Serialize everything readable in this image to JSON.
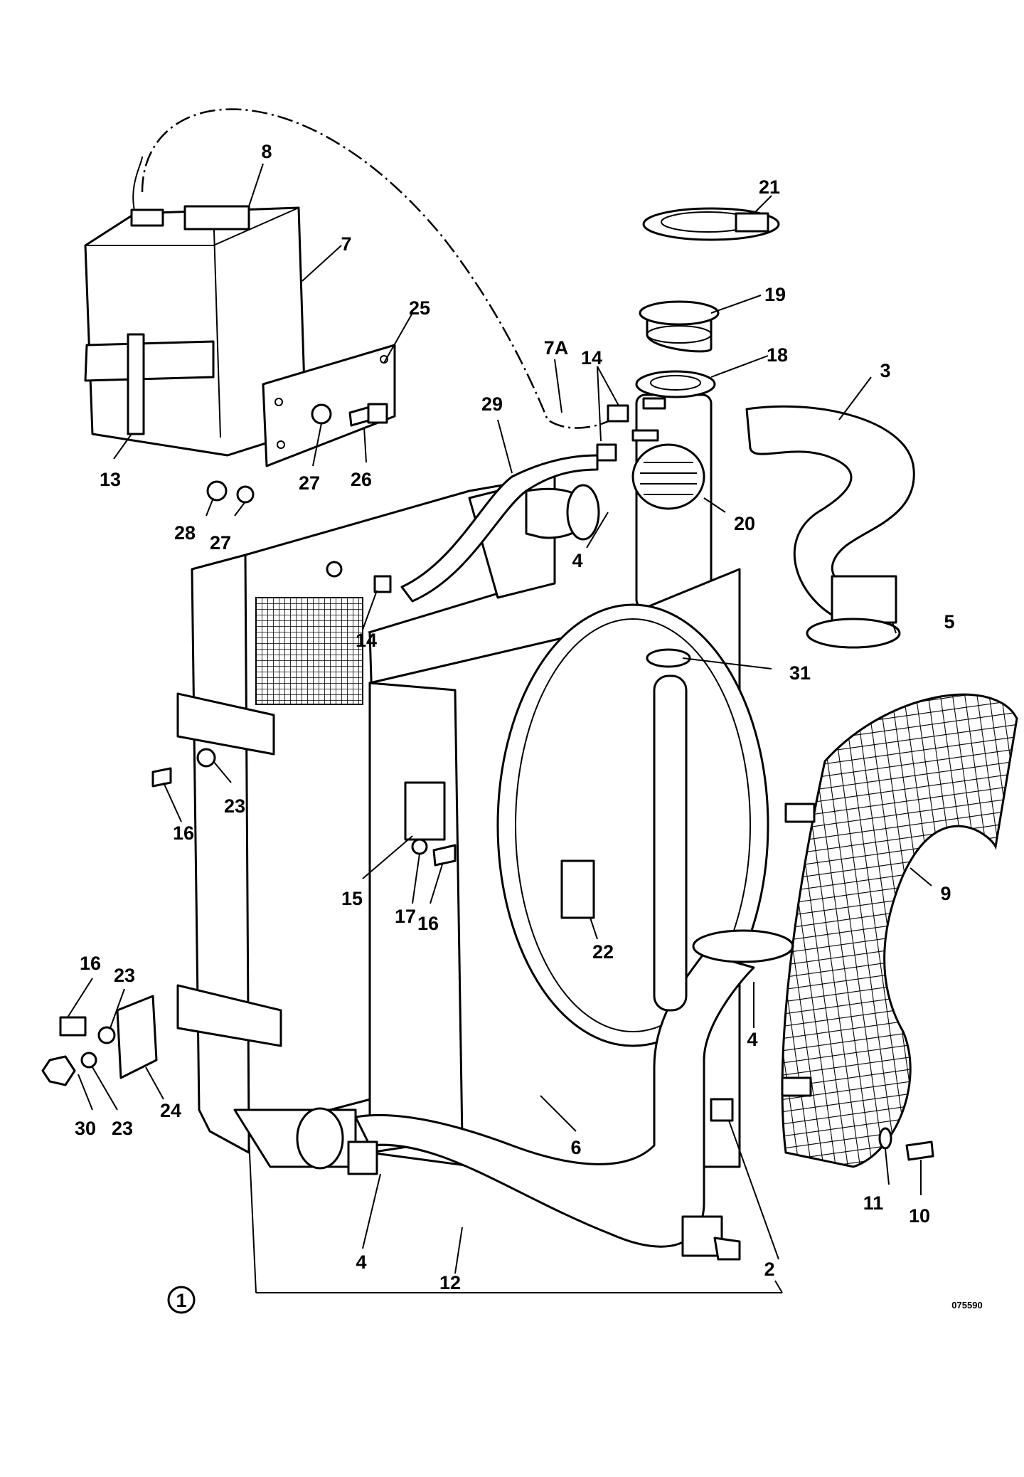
{
  "figure": {
    "ref_code": "075590",
    "assembly_number": "1"
  },
  "callouts": [
    {
      "id": "c8",
      "text": "8"
    },
    {
      "id": "c7",
      "text": "7"
    },
    {
      "id": "c25",
      "text": "25"
    },
    {
      "id": "c13",
      "text": "13"
    },
    {
      "id": "c27a",
      "text": "27"
    },
    {
      "id": "c26",
      "text": "26"
    },
    {
      "id": "c28",
      "text": "28"
    },
    {
      "id": "c27b",
      "text": "27"
    },
    {
      "id": "c21",
      "text": "21"
    },
    {
      "id": "c19",
      "text": "19"
    },
    {
      "id": "c7A",
      "text": "7A"
    },
    {
      "id": "c14a",
      "text": "14"
    },
    {
      "id": "c18",
      "text": "18"
    },
    {
      "id": "c3",
      "text": "3"
    },
    {
      "id": "c29",
      "text": "29"
    },
    {
      "id": "c20",
      "text": "20"
    },
    {
      "id": "c4a",
      "text": "4"
    },
    {
      "id": "c14b",
      "text": "14"
    },
    {
      "id": "c5",
      "text": "5"
    },
    {
      "id": "c31",
      "text": "31"
    },
    {
      "id": "c23a",
      "text": "23"
    },
    {
      "id": "c16a",
      "text": "16"
    },
    {
      "id": "c9",
      "text": "9"
    },
    {
      "id": "c15",
      "text": "15"
    },
    {
      "id": "c17",
      "text": "17"
    },
    {
      "id": "c16b",
      "text": "16"
    },
    {
      "id": "c22",
      "text": "22"
    },
    {
      "id": "c16c",
      "text": "16"
    },
    {
      "id": "c23b",
      "text": "23"
    },
    {
      "id": "c4b",
      "text": "4"
    },
    {
      "id": "c24",
      "text": "24"
    },
    {
      "id": "c30",
      "text": "30"
    },
    {
      "id": "c23c",
      "text": "23"
    },
    {
      "id": "c6",
      "text": "6"
    },
    {
      "id": "c11",
      "text": "11"
    },
    {
      "id": "c10",
      "text": "10"
    },
    {
      "id": "c4c",
      "text": "4"
    },
    {
      "id": "c12",
      "text": "12"
    },
    {
      "id": "c2",
      "text": "2"
    }
  ]
}
